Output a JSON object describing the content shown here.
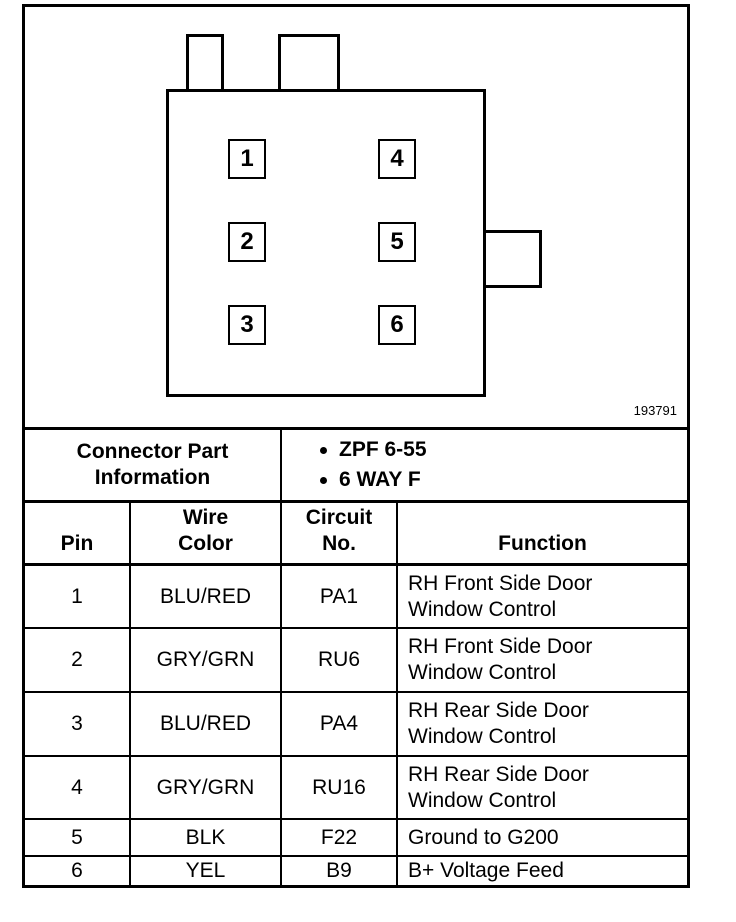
{
  "diagram": {
    "reference_number": "193791",
    "pins": [
      "1",
      "2",
      "3",
      "4",
      "5",
      "6"
    ]
  },
  "connector_info": {
    "label_line1": "Connector Part",
    "label_line2": "Information",
    "items": [
      "ZPF 6-55",
      "6 WAY F"
    ]
  },
  "table": {
    "headers": {
      "pin": "Pin",
      "wire_color_line1": "Wire",
      "wire_color_line2": "Color",
      "circuit_line1": "Circuit",
      "circuit_line2": "No.",
      "function": "Function"
    },
    "rows": [
      {
        "pin": "1",
        "color": "BLU/RED",
        "circuit": "PA1",
        "function_line1": "RH Front Side Door",
        "function_line2": "Window Control"
      },
      {
        "pin": "2",
        "color": "GRY/GRN",
        "circuit": "RU6",
        "function_line1": "RH Front Side Door",
        "function_line2": "Window Control"
      },
      {
        "pin": "3",
        "color": "BLU/RED",
        "circuit": "PA4",
        "function_line1": "RH Rear Side Door",
        "function_line2": "Window Control"
      },
      {
        "pin": "4",
        "color": "GRY/GRN",
        "circuit": "RU16",
        "function_line1": "RH Rear Side Door",
        "function_line2": "Window Control"
      },
      {
        "pin": "5",
        "color": "BLK",
        "circuit": "F22",
        "function_line1": "Ground to G200",
        "function_line2": ""
      },
      {
        "pin": "6",
        "color": "YEL",
        "circuit": "B9",
        "function_line1": "B+ Voltage Feed",
        "function_line2": ""
      }
    ]
  }
}
